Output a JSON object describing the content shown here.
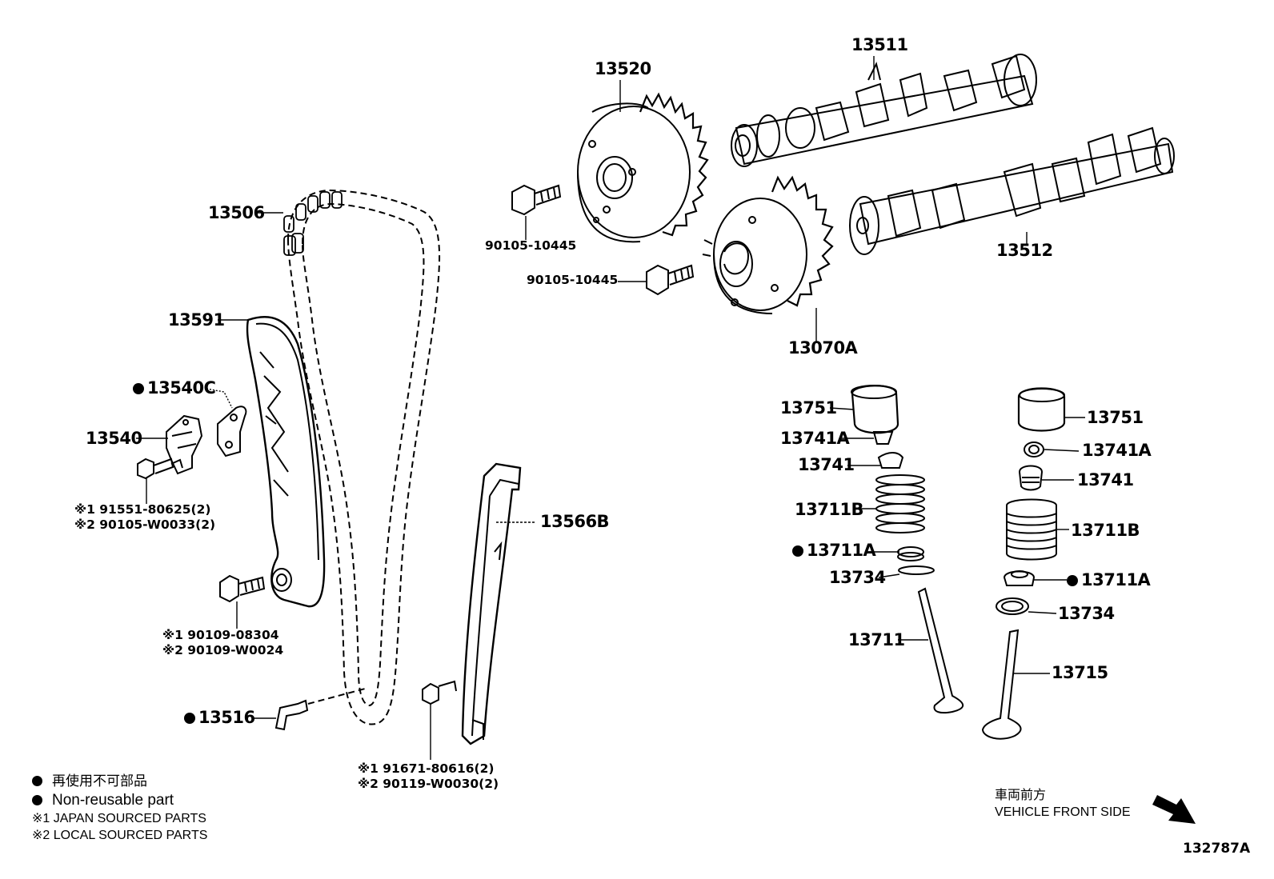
{
  "parts": {
    "p13520": "13520",
    "p13511": "13511",
    "p13506": "13506",
    "p90105_10445_a": "90105-10445",
    "p90105_10445_b": "90105-10445",
    "p13512": "13512",
    "p13591": "13591",
    "p13070A": "13070A",
    "p13540C": "13540C",
    "p13540": "13540",
    "tensioner_bolt_jp": "※1  91551-80625(2)",
    "tensioner_bolt_local": "※2  90105-W0033(2)",
    "p13566B": "13566B",
    "guide_bolt_jp": "※1  90109-08304",
    "guide_bolt_local": "※2  90109-W0024",
    "p13516": "13516",
    "damper_bolt_jp": "※1  91671-80616(2)",
    "damper_bolt_local": "※2  90119-W0030(2)",
    "left_13751": "13751",
    "left_13741A": "13741A",
    "left_13741": "13741",
    "left_13711B": "13711B",
    "left_13711A": "13711A",
    "left_13734": "13734",
    "left_13711": "13711",
    "right_13751": "13751",
    "right_13741A": "13741A",
    "right_13741": "13741",
    "right_13711B": "13711B",
    "right_13711A": "13711A",
    "right_13734": "13734",
    "right_13715": "13715"
  },
  "legend": {
    "non_reusable_jp": "再使用不可部品",
    "non_reusable_en": "Non-reusable part",
    "japan_sourced": "※1  JAPAN SOURCED PARTS",
    "local_sourced": "※2  LOCAL SOURCED PARTS"
  },
  "direction": {
    "label_jp": "車両前方",
    "label_en": "VEHICLE FRONT SIDE"
  },
  "illustration_code": "132787A"
}
